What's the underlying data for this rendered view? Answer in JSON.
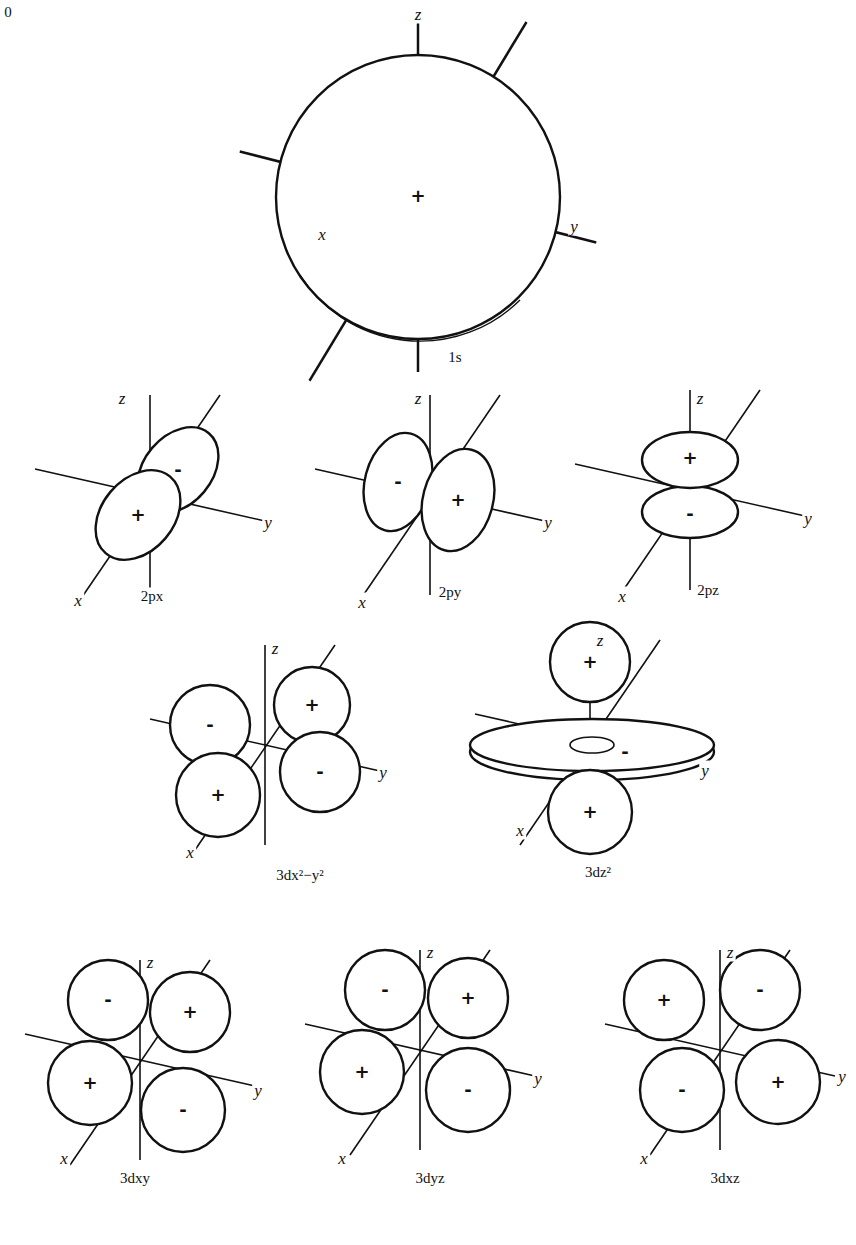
{
  "diagram": {
    "labels": [
      "0",
      "z",
      "+",
      "x",
      "y",
      "1s",
      "z",
      "-",
      "+",
      "x",
      "y",
      "2px",
      "z",
      "-",
      "+",
      "x",
      "y",
      "2py",
      "z",
      "+",
      "-",
      "x",
      "y",
      "2pz",
      "z",
      "-",
      "+",
      "-",
      "+",
      "x",
      "y",
      "3dx²−y²",
      "z",
      "+",
      "-",
      "+",
      "x",
      "y",
      "3dz²",
      "z",
      "-",
      "+",
      "+",
      "-",
      "x",
      "y",
      "3dxy",
      "z",
      "-",
      "+",
      "+",
      "-",
      "x",
      "y",
      "3dyz",
      "z",
      "+",
      "-",
      "-",
      "+",
      "x",
      "y",
      "3dxz"
    ]
  }
}
